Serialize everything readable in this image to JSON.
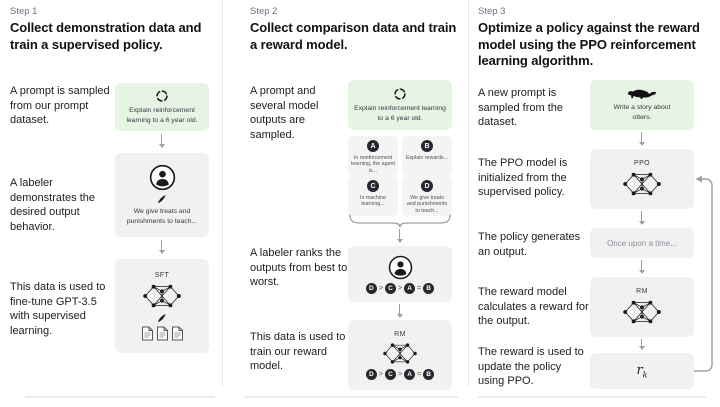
{
  "colors": {
    "prompt_box_bg": "#e6f4e3",
    "box_bg": "#f1f1ef",
    "option_box_bg": "#f4f4f2",
    "badge_bg": "#26272f",
    "arrow": "#9aa0a6",
    "muted_text": "#6e6e80"
  },
  "icons": {
    "sample": "sample-refresh-icon",
    "labeler": "labeler-person-icon",
    "pencil": "pencil-icon",
    "network": "neural-network-icon",
    "documents": "documents-icon",
    "otter": "otter-icon",
    "arrow": "down-arrow-icon",
    "brace": "curly-brace-icon",
    "loop": "ppo-loop-arrow-icon"
  },
  "steps": [
    {
      "label": "Step 1",
      "heading": "Collect demonstration data and train a supervised policy.",
      "captions": {
        "t1": "A prompt is sampled from our prompt dataset.",
        "t2": "A labeler demonstrates the desired output behavior.",
        "t3": "This data is used to fine-tune GPT-3.5 with supervised learning."
      },
      "prompt_box": {
        "text": "Explain reinforcement learning to a 6 year old."
      },
      "labeler_box": {
        "text": "We give treats and punishments to teach..."
      },
      "model_box": {
        "label": "SFT"
      }
    },
    {
      "label": "Step 2",
      "heading": "Collect comparison data and train a reward model.",
      "captions": {
        "t1": "A prompt and several model outputs are sampled.",
        "t2": "A labeler ranks the outputs from best to worst.",
        "t3": "This data is used to train our reward model."
      },
      "prompt_box": {
        "text": "Explain reinforcement learning to a 6 year old."
      },
      "outputs": [
        {
          "letter": "A",
          "text": "In reinforcement learning, the agent is..."
        },
        {
          "letter": "B",
          "text": "Explain rewards..."
        },
        {
          "letter": "C",
          "text": "In machine learning..."
        },
        {
          "letter": "D",
          "text": "We give treats and punishments to teach..."
        }
      ],
      "ranking": [
        "D",
        ">",
        "C",
        ">",
        "A",
        "=",
        "B"
      ],
      "model_box": {
        "label": "RM"
      }
    },
    {
      "label": "Step 3",
      "heading": "Optimize a policy against the reward model using the PPO reinforcement learning algorithm.",
      "captions": {
        "t1": "A new prompt is sampled from the dataset.",
        "t2": "The PPO model is initialized from the supervised policy.",
        "t3": "The policy generates an output.",
        "t4": "The reward model calculates a reward for the output.",
        "t5": "The reward is used to update the policy using PPO."
      },
      "prompt_box": {
        "text": "Write a story about otters."
      },
      "ppo_box": {
        "label": "PPO"
      },
      "output_box": {
        "text": "Once upon a time..."
      },
      "rm_box": {
        "label": "RM"
      },
      "reward_box": {
        "base": "r",
        "subscript": "k"
      }
    }
  ]
}
